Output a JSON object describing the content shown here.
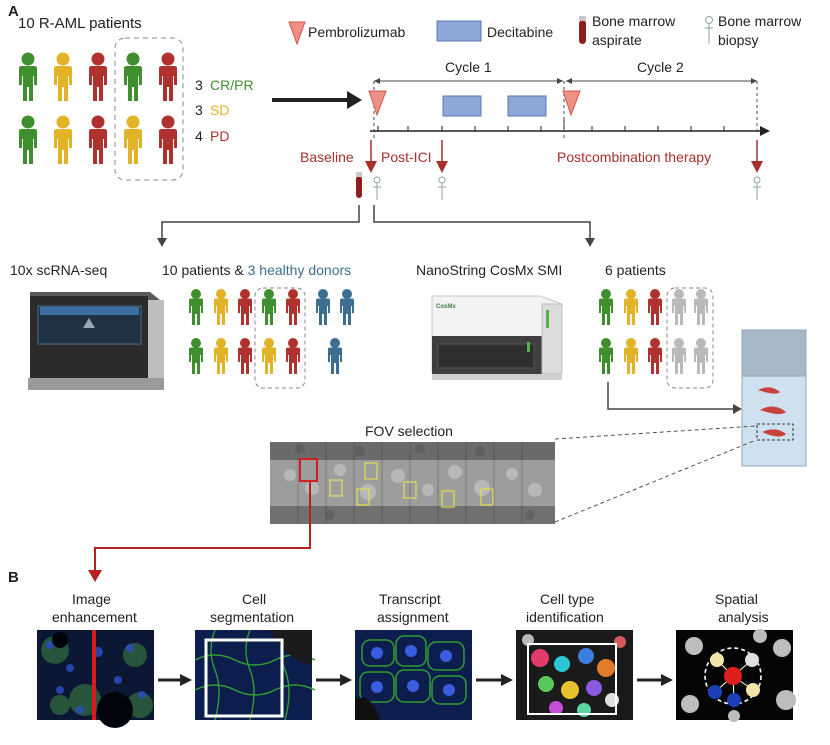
{
  "panel_a_label": "A",
  "panel_b_label": "B",
  "cohort": {
    "title": "10 R-AML patients",
    "responses": [
      {
        "count": "3",
        "label": "CR/PR",
        "color": "#3f8f2e"
      },
      {
        "count": "3",
        "label": "SD",
        "color": "#e2b227"
      },
      {
        "count": "4",
        "label": "PD",
        "color": "#b0322e"
      }
    ]
  },
  "legend": {
    "pembrolizumab": "Pembrolizumab",
    "decitabine": "Decitabine",
    "aspirate_line1": "Bone marrow",
    "aspirate_line2": "aspirate",
    "biopsy_line1": "Bone marrow",
    "biopsy_line2": "biopsy"
  },
  "timeline": {
    "cycle1": "Cycle 1",
    "cycle2": "Cycle 2",
    "baseline": "Baseline",
    "post_ici": "Post-ICI",
    "postcombination": "Postcombination therapy"
  },
  "scrna": {
    "title": "10x scRNA-seq",
    "patients_text": "10 patients & ",
    "donors_text": "3 healthy donors"
  },
  "cosmx": {
    "title": "NanoString CosMx SMI",
    "patients_text": "6 patients",
    "device_label": "CosMx"
  },
  "fov": {
    "title": "FOV selection"
  },
  "workflow": [
    {
      "line1": "Image",
      "line2": "enhancement"
    },
    {
      "line1": "Cell",
      "line2": "segmentation"
    },
    {
      "line1": "Transcript",
      "line2": "assignment"
    },
    {
      "line1": "Cell type",
      "line2": "identification"
    },
    {
      "line1": "Spatial",
      "line2": "analysis"
    }
  ],
  "colors": {
    "green": "#3f8f2e",
    "yellow": "#e2b227",
    "red": "#b0322e",
    "gray": "#b9b9b9",
    "donor_blue": "#3c6e8f",
    "decitabine_fill": "#8fa8d8",
    "pembro_fill": "#ef8f86"
  }
}
